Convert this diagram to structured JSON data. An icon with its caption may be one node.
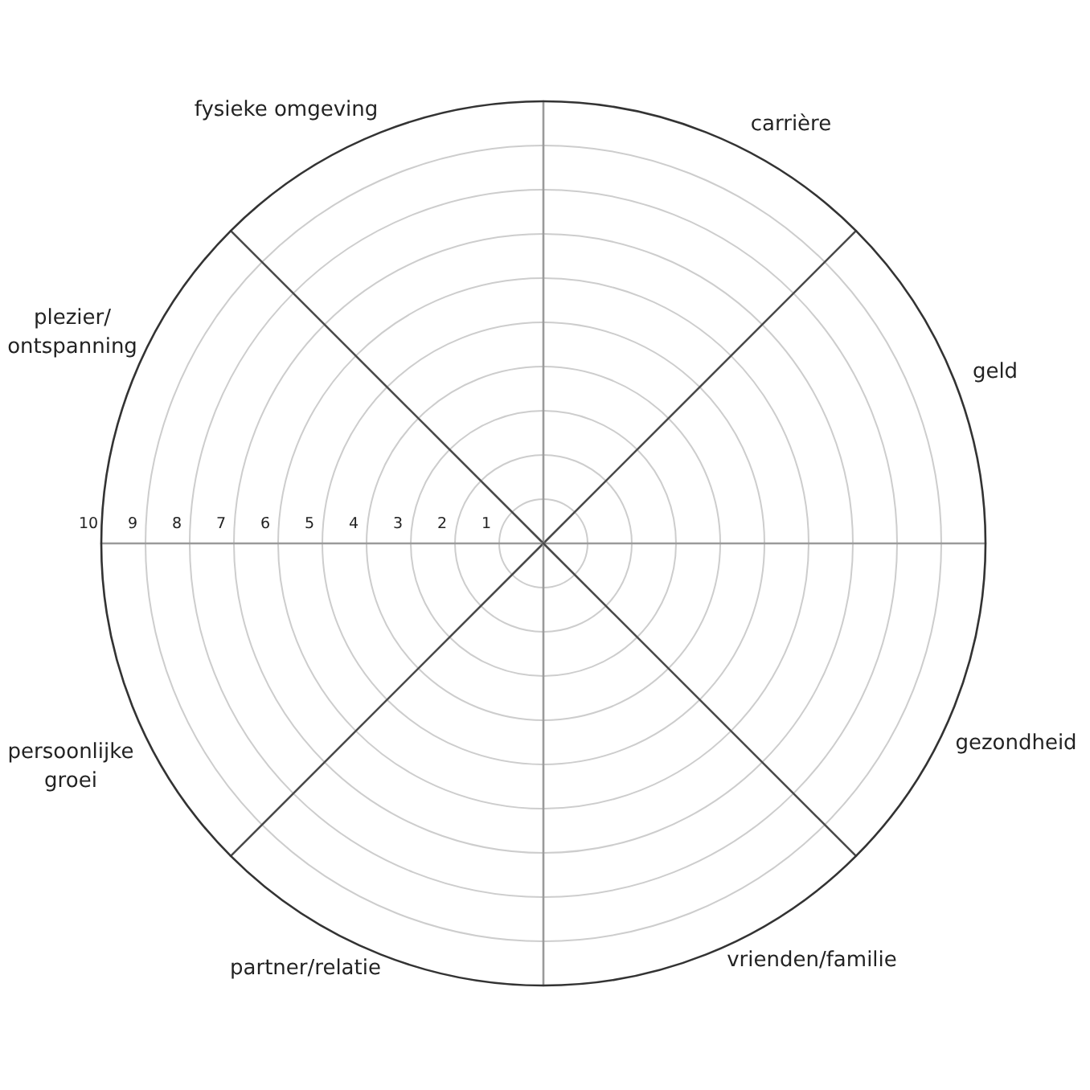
{
  "diagram": {
    "labels": [
      "fysieke omgeving",
      "carrière",
      "plezier/ ontspanning",
      "geld",
      "10",
      "9",
      "8",
      "7",
      "6",
      "5",
      "4",
      "3",
      "2",
      "1",
      "persoonlijke groei",
      "gezondheid",
      "partner/relatie",
      "vrienden/familie"
    ]
  }
}
